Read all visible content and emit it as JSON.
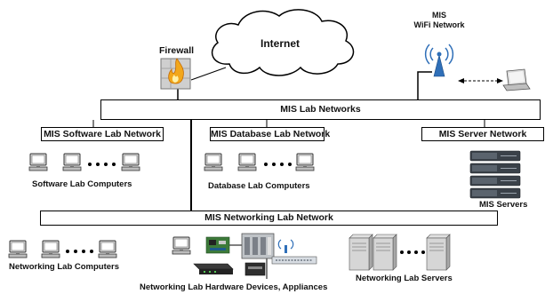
{
  "cloud": {
    "label": "Internet"
  },
  "firewall": {
    "label": "Firewall"
  },
  "wifi": {
    "line1": "MIS",
    "line2": "WiFi Network"
  },
  "backbone": {
    "label": "MIS  Lab  Networks"
  },
  "software": {
    "network_label": "MIS Software Lab Network",
    "computers_label": "Software Lab Computers"
  },
  "database": {
    "network_label": "MIS Database Lab Network",
    "computers_label": "Database Lab Computers"
  },
  "server_net": {
    "network_label": "MIS Server Network",
    "servers_label": "MIS Servers"
  },
  "networking": {
    "network_label": "MIS Networking Lab Network",
    "computers_label": "Networking Lab Computers",
    "devices_label": "Networking Lab Hardware Devices, Appliances",
    "servers_label": "Networking Lab Servers"
  },
  "icons": {
    "cloud": "internet-cloud-icon",
    "firewall": "firewall-icon",
    "antenna": "wifi-antenna-icon",
    "laptop": "laptop-icon",
    "computer": "desktop-computer-icon",
    "server_stack": "server-stack-icon",
    "tower_server": "tower-server-icon",
    "router": "router-icon",
    "switch": "network-switch-icon"
  },
  "colors": {
    "line": "#000000",
    "fire": "#f2a71b",
    "device_gray": "#c9c9c9",
    "antenna": "#2f6fb8"
  }
}
